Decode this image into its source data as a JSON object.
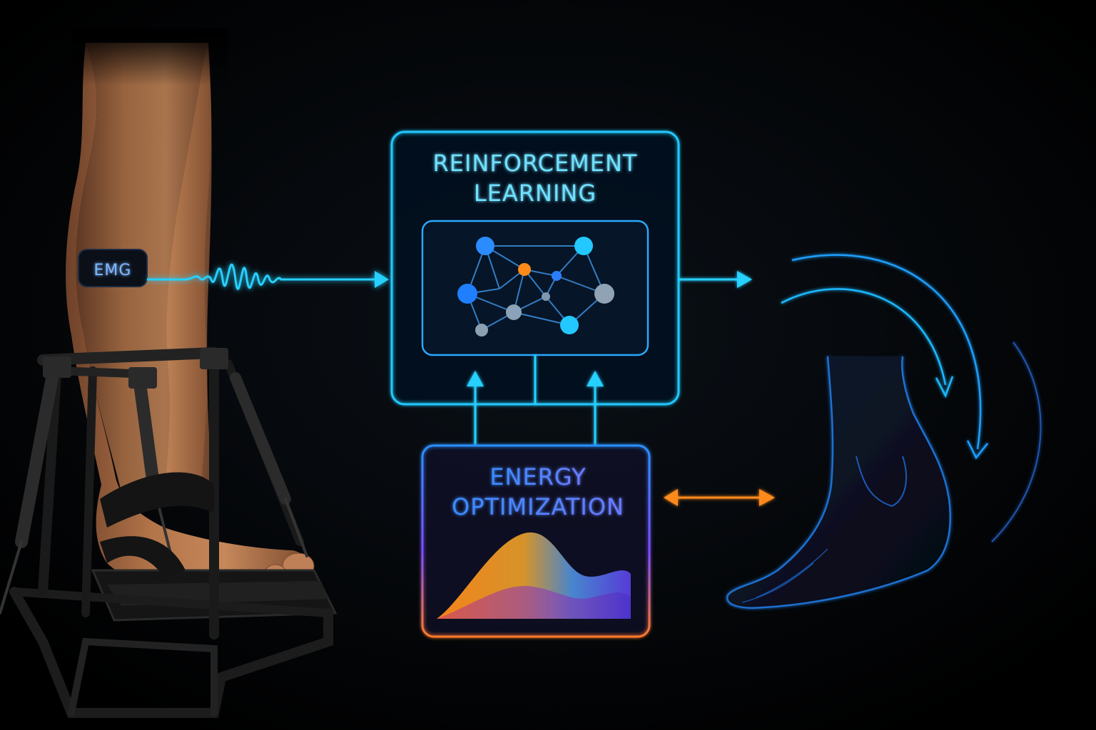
{
  "sensor": {
    "label": "EMG"
  },
  "rl_box": {
    "title_line1": "REINFORCEMENT",
    "title_line2": "LEARNING"
  },
  "energy_box": {
    "title_line1": "ENERGY",
    "title_line2": "OPTIMIZATION"
  },
  "colors": {
    "background": "#000000",
    "cyan": "#1ec8ff",
    "blue": "#2a7fff",
    "orange": "#ff8a1a",
    "purple": "#6a4dff",
    "skin": "#b97a52",
    "exo": "#1a1a1a"
  },
  "icons": {
    "sensor": "emg-sensor-icon",
    "network": "neural-network-icon",
    "curve": "energy-curve-icon",
    "foot": "foot-outline-icon",
    "exoskeleton": "ankle-exoskeleton-icon"
  }
}
